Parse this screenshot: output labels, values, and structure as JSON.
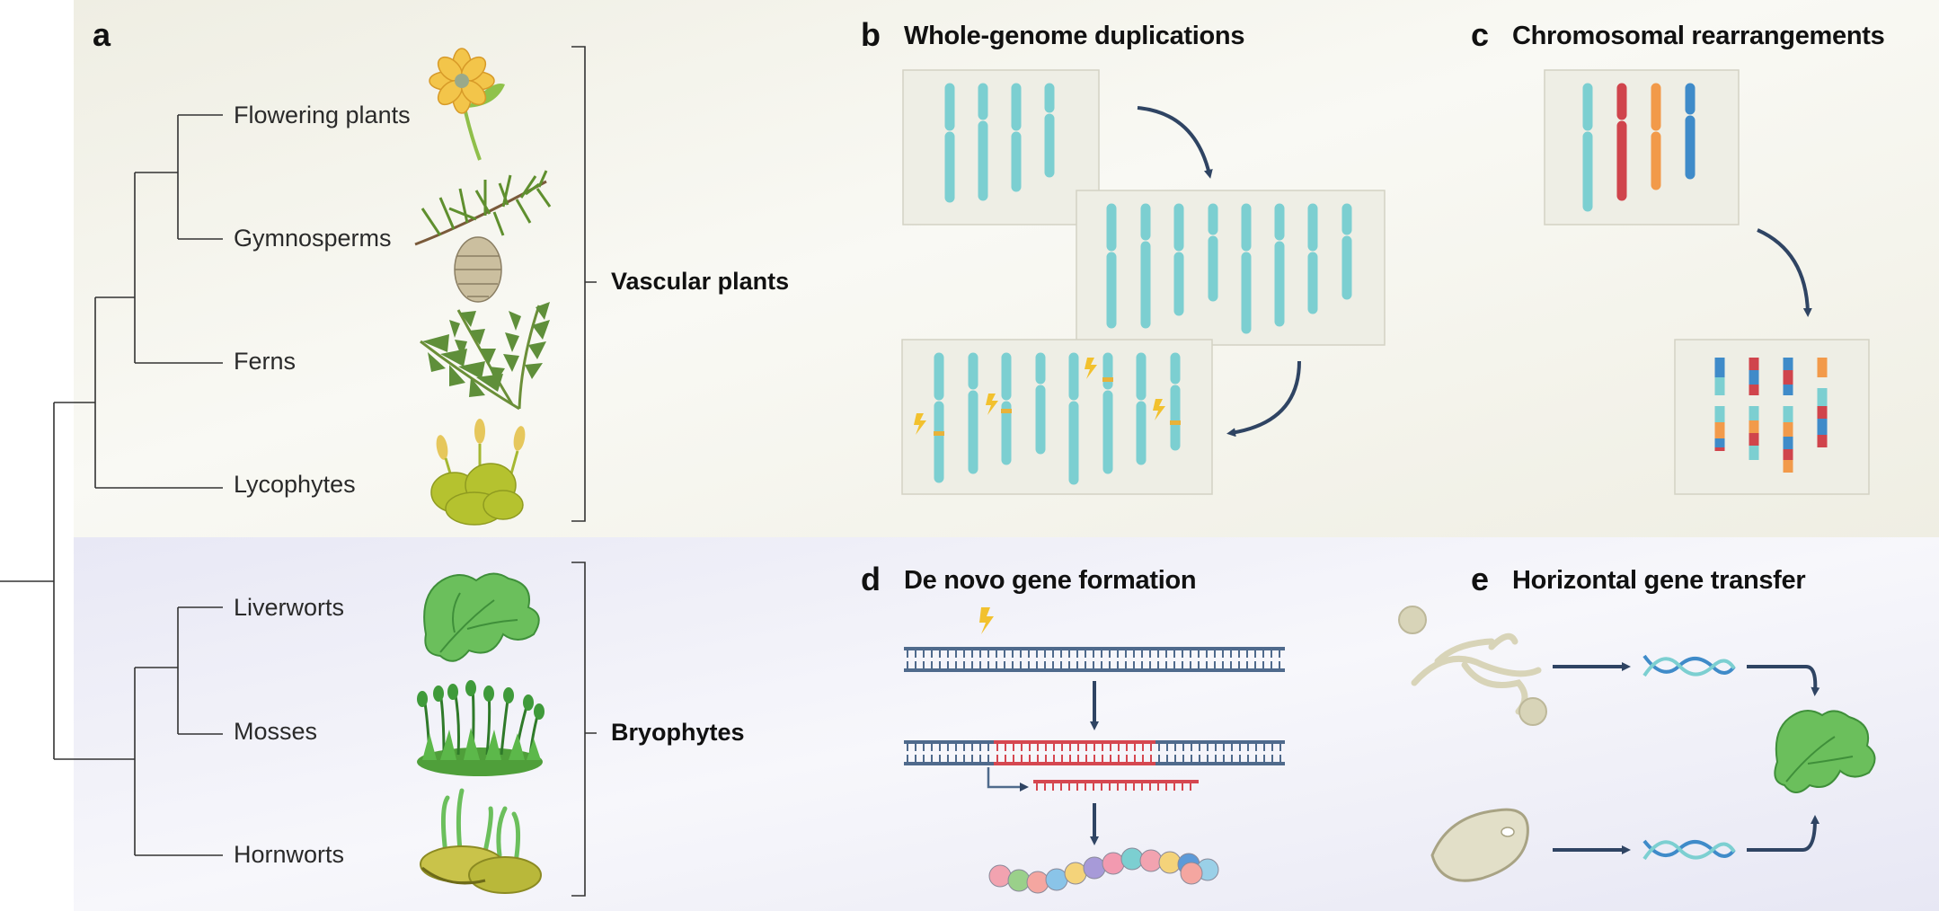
{
  "panel_a": {
    "letter": "a",
    "taxa": [
      "Flowering plants",
      "Gymnosperms",
      "Ferns",
      "Lycophytes",
      "Liverworts",
      "Mosses",
      "Hornworts"
    ],
    "groups": [
      "Vascular plants",
      "Bryophytes"
    ]
  },
  "panel_b": {
    "letter": "b",
    "title": "Whole-genome duplications"
  },
  "panel_c": {
    "letter": "c",
    "title": "Chromosomal rearrangements"
  },
  "panel_d": {
    "letter": "d",
    "title": "De novo gene formation"
  },
  "panel_e": {
    "letter": "e",
    "title": "Horizontal gene transfer"
  },
  "colors": {
    "upper_background": "#f3f2e9",
    "lower_background": "#ebebf6",
    "chromosome_teal": "#7ccfd1",
    "chromosome_red": "#d0444c",
    "chromosome_orange": "#f29a4a",
    "chromosome_blue": "#3f8bc9",
    "arrow_navy": "#2f4463",
    "dna_gray": "#4f6a8c",
    "new_gene_red": "#d54750",
    "plant_green": "#5db85a",
    "lightning": "#f2c12e"
  },
  "icons": [
    "flower-icon",
    "conifer-icon",
    "fern-icon",
    "lycophyte-icon",
    "liverwort-icon",
    "moss-icon",
    "hornwort-icon",
    "lightning-icon",
    "dna-helix-icon",
    "fungus-icon",
    "bacterium-icon"
  ]
}
